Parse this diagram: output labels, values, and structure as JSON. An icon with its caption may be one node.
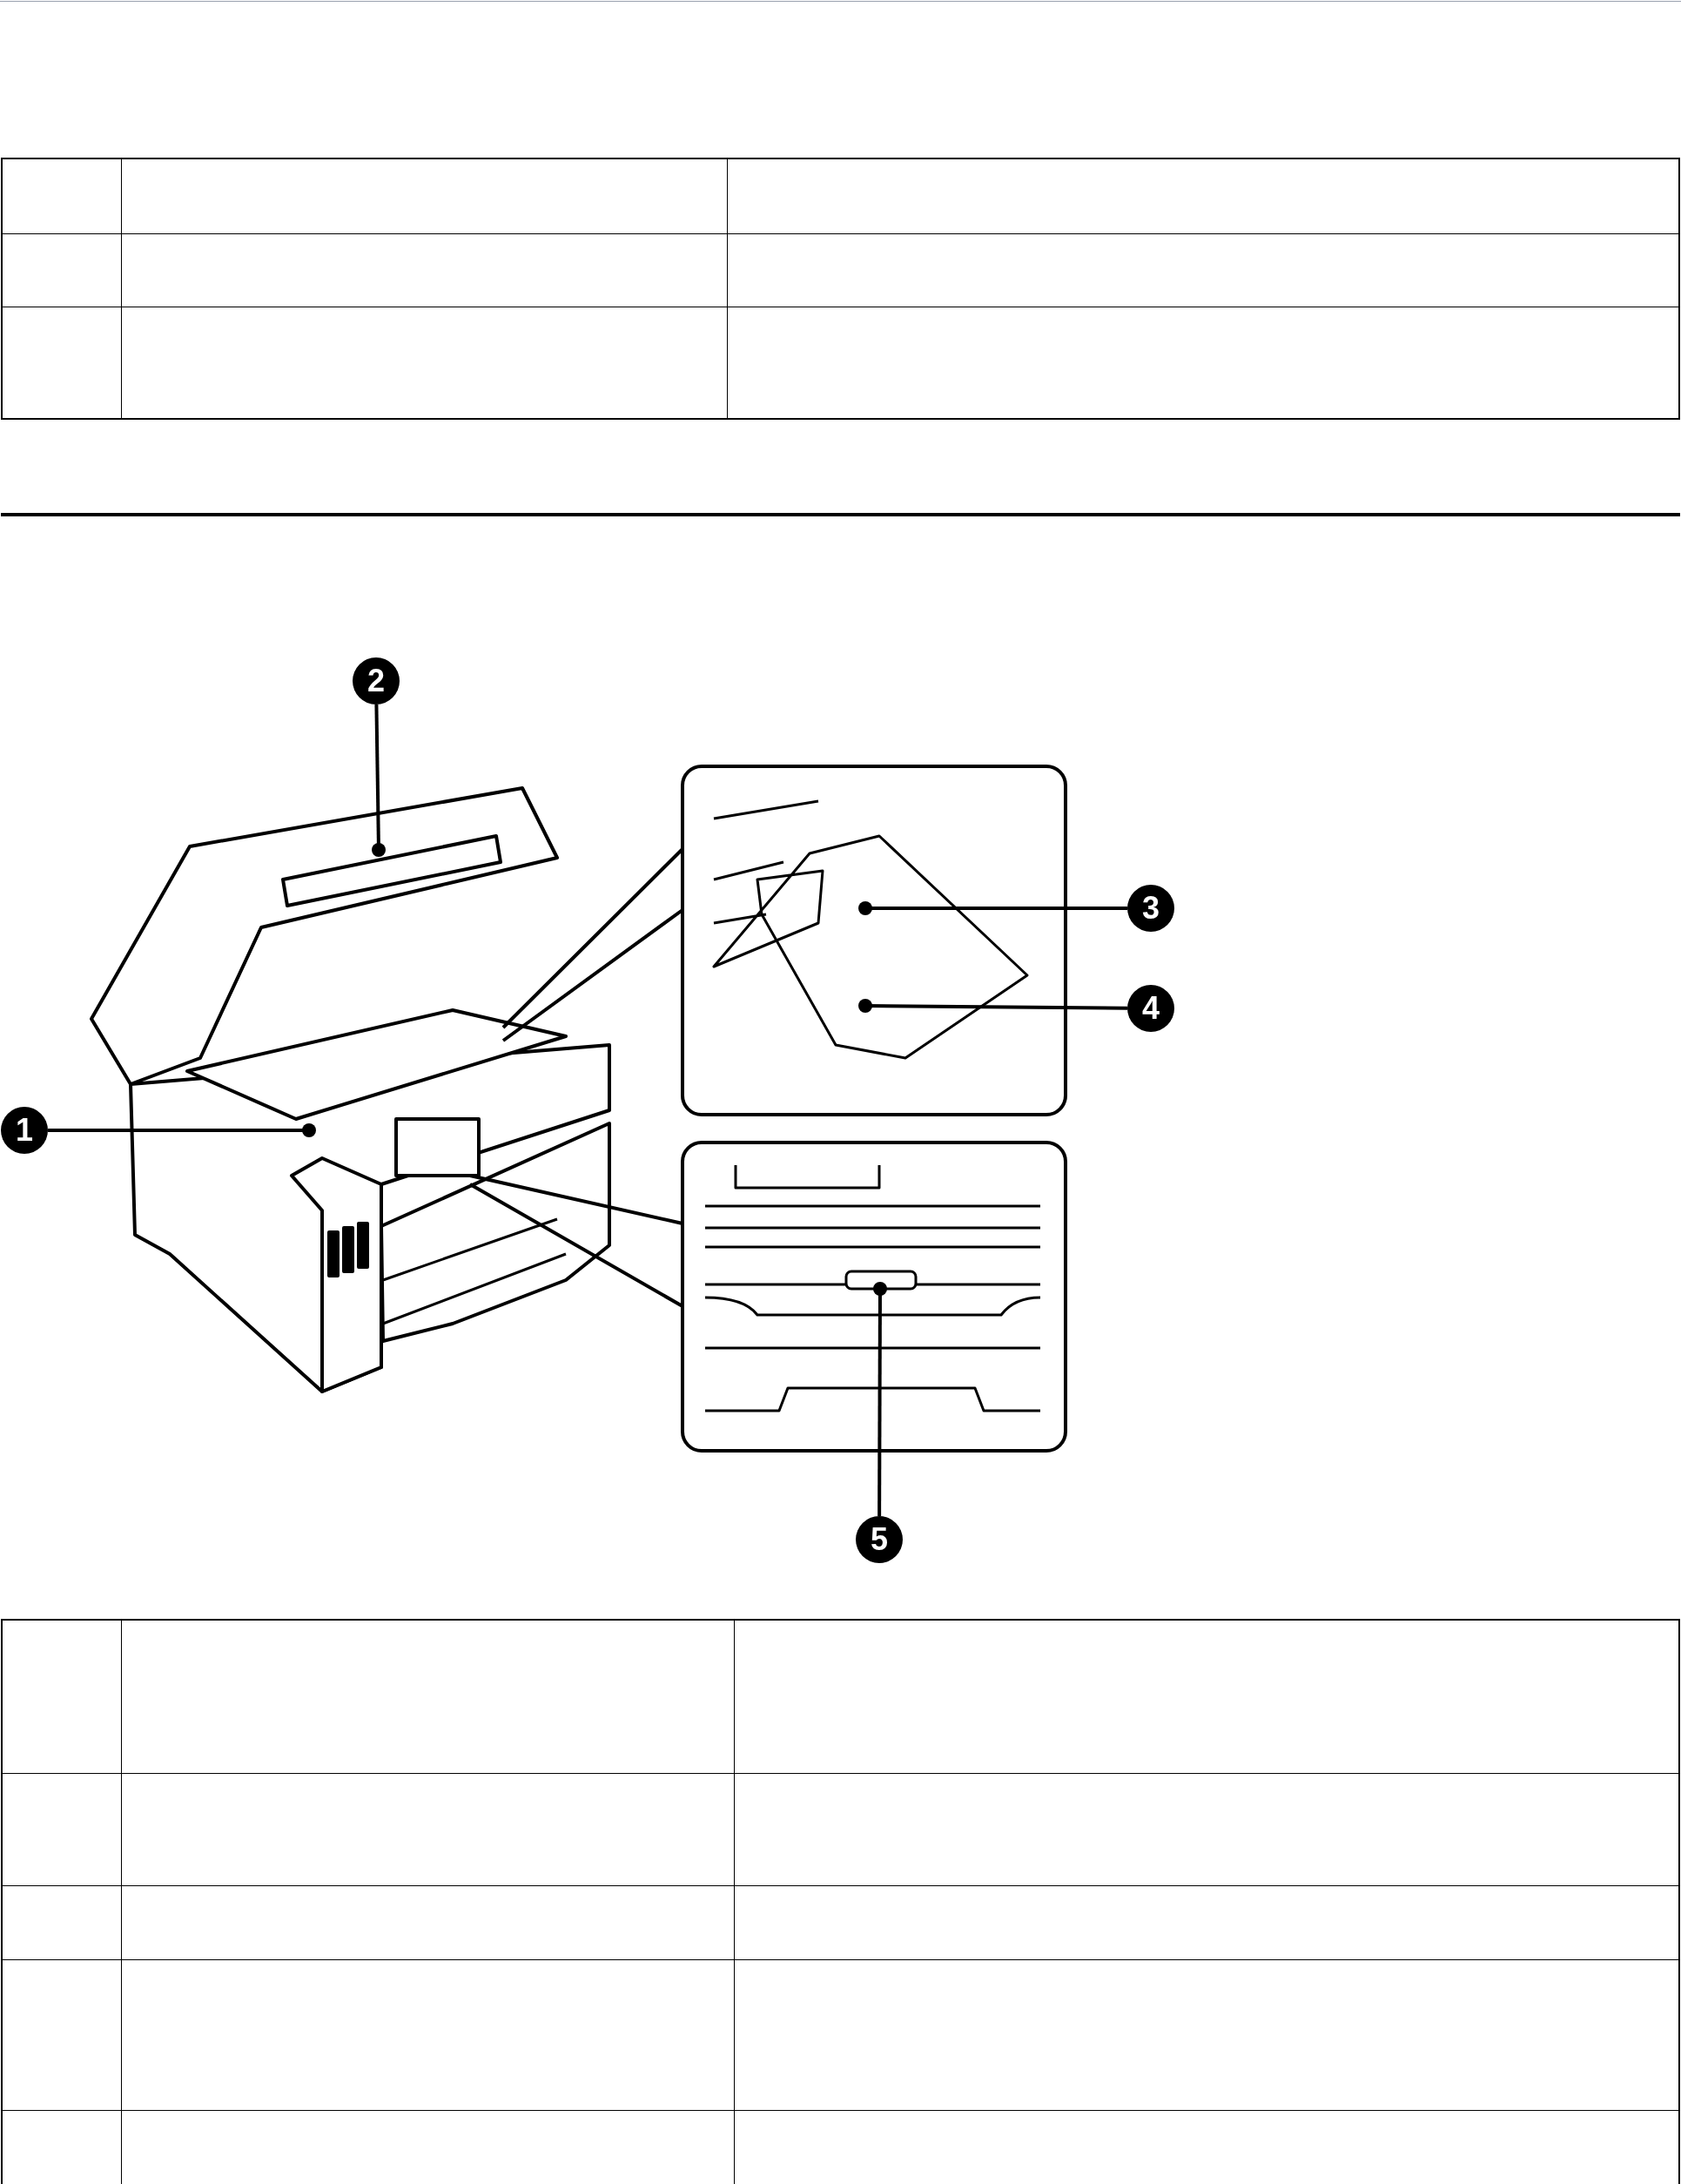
{
  "diagram": {
    "nodes": [
      {
        "text": [
          "1"
        ]
      },
      {
        "text": [
          "2"
        ]
      },
      {
        "text": [
          "3"
        ]
      },
      {
        "text": [
          "4"
        ]
      },
      {
        "text": [
          "5"
        ]
      }
    ],
    "edges": [
      {
        "from": 0,
        "to": null,
        "arrow": "other"
      },
      {
        "from": 1,
        "to": null,
        "arrow": "other"
      },
      {
        "from": 2,
        "to": null,
        "arrow": "other"
      },
      {
        "from": 3,
        "to": null,
        "arrow": "other"
      },
      {
        "from": 4,
        "to": null,
        "arrow": "other"
      }
    ]
  }
}
